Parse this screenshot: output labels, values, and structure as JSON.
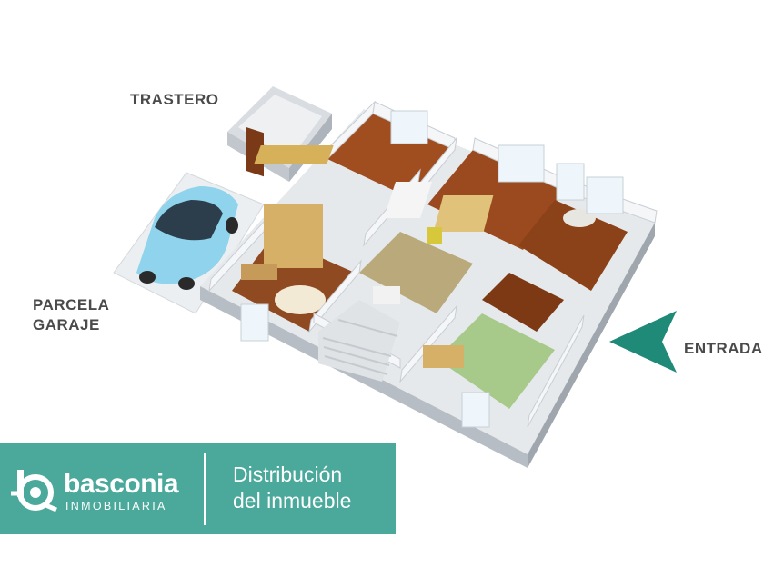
{
  "labels": {
    "storage": "TRASTERO",
    "parking_line1": "PARCELA",
    "parking_line2": "GARAJE",
    "entrance": "ENTRADA"
  },
  "banner": {
    "brand": "basconia",
    "brand_sub": "INMOBILIARIA",
    "title_line1": "Distribución",
    "title_line2": "del inmueble"
  },
  "colors": {
    "brand_teal": "#4aa99a",
    "arrow_teal": "#1f8a78",
    "label_gray": "#4a4a4a",
    "floor_wood": "#9a4a1e",
    "floor_green": "#a7c98a",
    "car_blue": "#8fd3ec"
  },
  "icons": {
    "logo": "basconia-b-logo",
    "entrance_arrow": "arrow-left-icon"
  }
}
